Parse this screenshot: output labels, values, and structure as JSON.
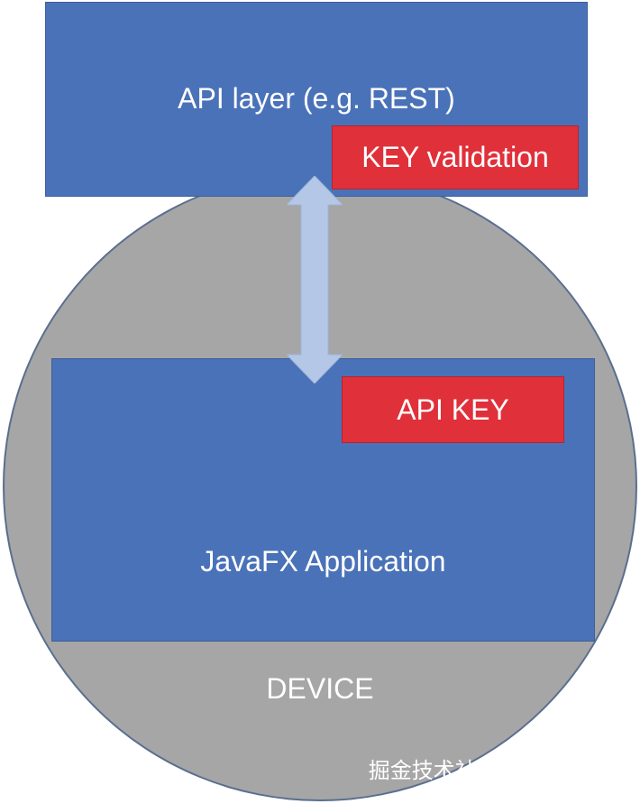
{
  "diagram": {
    "api_layer_label": "API layer (e.g. REST)",
    "key_validation_label": "KEY validation",
    "api_key_label": "API KEY",
    "javafx_app_label": "JavaFX Application",
    "device_label": "DEVICE",
    "arrow_icon": "double-headed-vertical-arrow"
  },
  "watermark": {
    "text": "掘金技术社区 @ 布客飞龙"
  },
  "colors": {
    "box_blue": "#4a72b8",
    "key_red": "#e0303a",
    "device_gray": "#a6a6a6",
    "arrow_light_blue": "#b4c7e7",
    "text_white": "#ffffff"
  }
}
